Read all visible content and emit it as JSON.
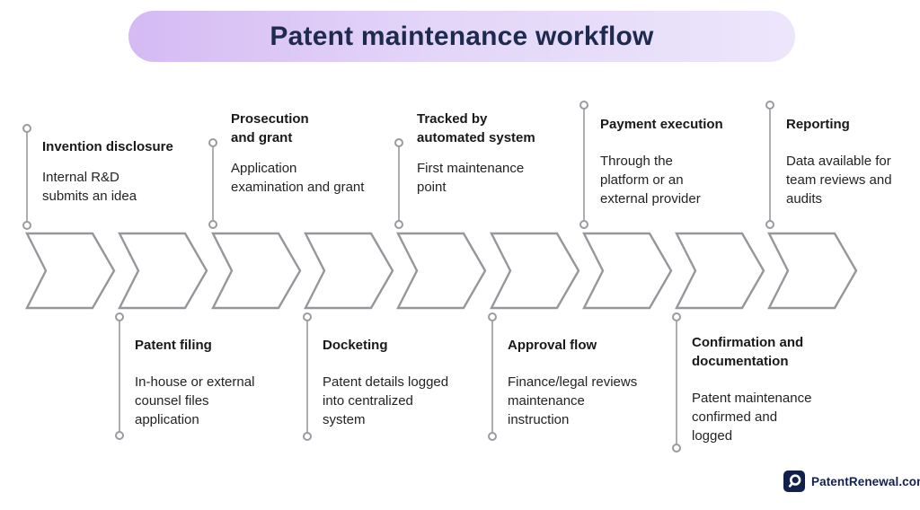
{
  "title": "Patent maintenance workflow",
  "banner": {
    "gradient_left": "#d5baf3",
    "gradient_right": "#ece6fb",
    "text_color": "#1e2a4e"
  },
  "workflow": {
    "chevron_count": 9,
    "chevron_color": "#97969c",
    "connector_color": "#aeadb2"
  },
  "steps_top": [
    {
      "title": "Invention disclosure",
      "description": "Internal R&D\nsubmits an idea"
    },
    {
      "title": "Prosecution\nand grant",
      "description": "Application\nexamination and grant"
    },
    {
      "title": "Tracked by\nautomated system",
      "description": "First maintenance\npoint"
    },
    {
      "title": "Payment execution",
      "description": "Through the\nplatform or an\nexternal provider"
    },
    {
      "title": "Reporting",
      "description": "Data available for\nteam reviews and\naudits"
    }
  ],
  "steps_bottom": [
    {
      "title": "Patent filing",
      "description": "In-house or external\ncounsel files\napplication"
    },
    {
      "title": "Docketing",
      "description": "Patent details logged\ninto centralized\nsystem"
    },
    {
      "title": "Approval flow",
      "description": "Finance/legal reviews\nmaintenance\ninstruction"
    },
    {
      "title": "Confirmation and\ndocumentation",
      "description": "Patent maintenance\nconfirmed and\nlogged"
    }
  ],
  "logo": {
    "text": "PatentRenewal.com",
    "icon": "magnifier-icon",
    "color": "#14204c"
  }
}
